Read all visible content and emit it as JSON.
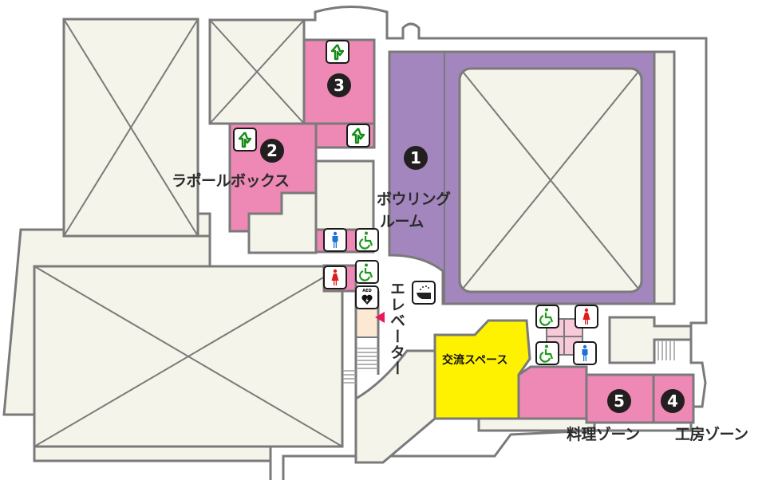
{
  "map": {
    "rooms": [
      {
        "id": 1,
        "number": "1",
        "name": "ボウリング",
        "name_line2": "ルーム",
        "color": "#a286bd"
      },
      {
        "id": 2,
        "number": "2",
        "name": "ラポールボックス",
        "color": "#ee88b4"
      },
      {
        "id": 3,
        "number": "3",
        "color": "#ee88b4"
      },
      {
        "id": 4,
        "number": "4",
        "name": "工房ゾーン",
        "color": "#ee88b4"
      },
      {
        "id": 5,
        "number": "5",
        "name": "料理ゾーン",
        "color": "#ee88b4"
      }
    ],
    "areas": {
      "exchange_space": {
        "name": "交流スペース",
        "color": "#fff200"
      },
      "elevator": {
        "name": "エレベーター",
        "marker_color": "#e6195a"
      }
    },
    "icons": {
      "emergency_exit": "emergency-exit-icon",
      "restroom_men": "restroom-men-icon",
      "restroom_women": "restroom-women-icon",
      "accessible_restroom": "wheelchair-icon",
      "aed": "aed-icon",
      "aed_label": "AED",
      "nursing": "baby-room-icon"
    },
    "colors": {
      "wall": "#7a7a7a",
      "floor": "#f5f4ea",
      "activity_room": "#ee88b4",
      "bowling": "#a286bd",
      "exchange": "#fff200",
      "men": "#1e6fd9",
      "women": "#e01b1b",
      "accessible": "#1f9a1f",
      "exit": "#158a15"
    }
  }
}
